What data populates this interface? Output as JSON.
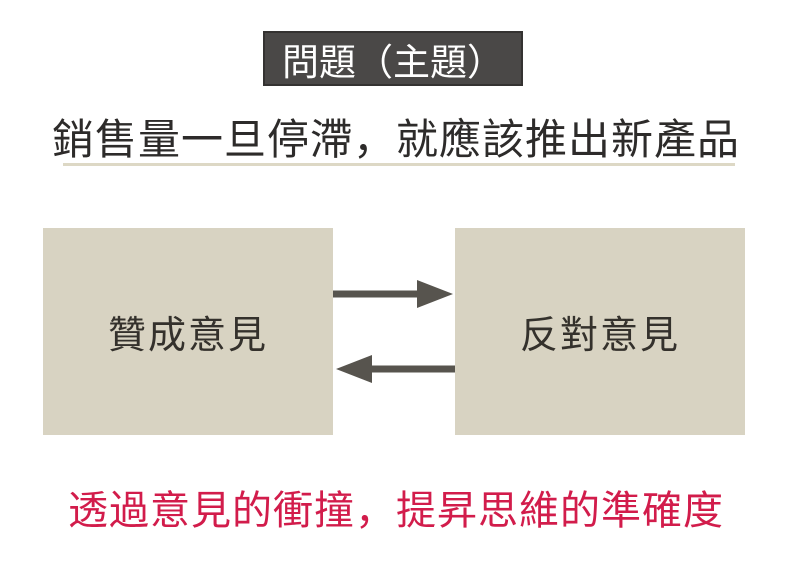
{
  "colors": {
    "header_bg": "#4a4847",
    "header_border": "#343231",
    "header_text": "#ffffff",
    "title_text": "#2d2b2a",
    "underline": "#ddd8c5",
    "box_bg": "#d8d3c2",
    "box_text": "#34312c",
    "arrow": "#57544e",
    "conclusion_text": "#d21c4b"
  },
  "header": {
    "label": "問題（主題）"
  },
  "topic": {
    "statement": "銷售量一旦停滯，就應該推出新產品"
  },
  "boxes": {
    "left": {
      "label": "贊成意見"
    },
    "right": {
      "label": "反對意見"
    }
  },
  "arrows": {
    "forward": "left-to-right",
    "backward": "right-to-left"
  },
  "conclusion": {
    "statement": "透過意見的衝撞，提昇思維的準確度"
  }
}
